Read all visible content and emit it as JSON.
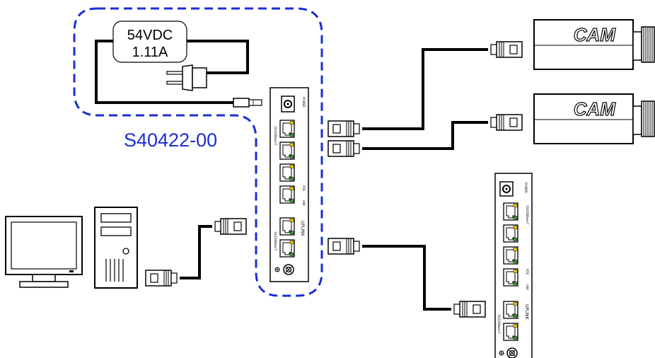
{
  "power_supply": {
    "voltage": "54VDC",
    "current": "1.11A"
  },
  "group_label": "S40422-00",
  "switch_labels": {
    "power": "POWER",
    "speed": "10/100Base-T",
    "poe": "POE",
    "link": "LNK",
    "uplink": "UPLINK"
  },
  "cameras": [
    {
      "label": "CAM"
    },
    {
      "label": "CAM"
    }
  ],
  "colors": {
    "group_outline": "#1a2ed6",
    "group_label": "#1a2ed6",
    "port_led_yellow": "#f4d000",
    "port_led_green": "#2aa02a"
  }
}
